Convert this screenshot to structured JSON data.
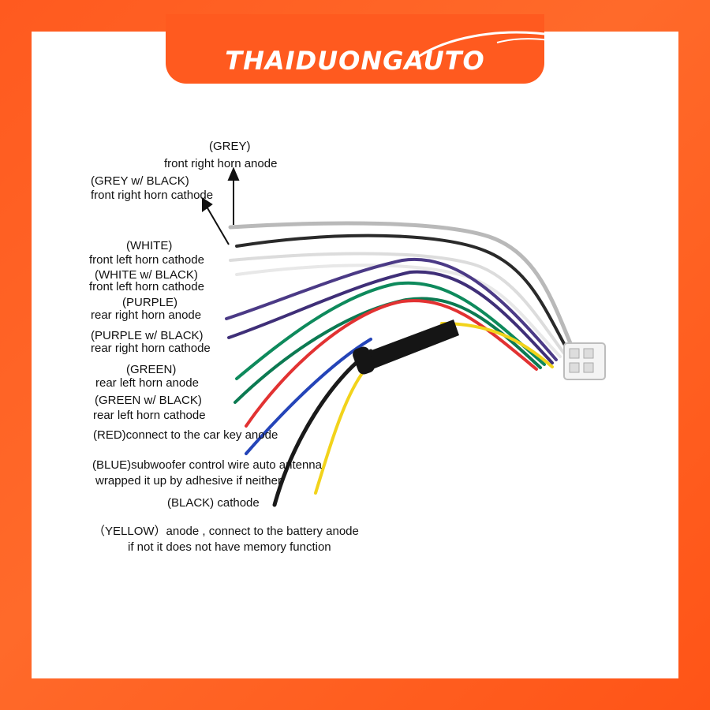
{
  "brand": {
    "name": "THAIDUONGAUTO",
    "colors": {
      "background": "#ff5a1f",
      "card": "#ffffff",
      "brand_text": "#ffffff"
    },
    "icon": "car-outline-icon"
  },
  "diagram": {
    "labels": [
      {
        "id": "grey",
        "lines": [
          "(GREY)",
          "front right horn anode"
        ]
      },
      {
        "id": "grey-black",
        "lines": [
          "(GREY w/ BLACK)",
          "front right horn cathode"
        ]
      },
      {
        "id": "white",
        "lines": [
          "(WHITE)",
          "front left horn cathode"
        ]
      },
      {
        "id": "white-black",
        "lines": [
          "(WHITE w/ BLACK)",
          "front left horn cathode"
        ]
      },
      {
        "id": "purple",
        "lines": [
          "(PURPLE)",
          "rear right horn anode"
        ]
      },
      {
        "id": "purple-black",
        "lines": [
          "(PURPLE w/ BLACK)",
          "rear right horn cathode"
        ]
      },
      {
        "id": "green",
        "lines": [
          "(GREEN)",
          "rear left horn anode"
        ]
      },
      {
        "id": "green-black",
        "lines": [
          "(GREEN w/ BLACK)",
          "rear left horn cathode"
        ]
      },
      {
        "id": "red",
        "lines": [
          "(RED)connect to the car key anode"
        ]
      },
      {
        "id": "blue",
        "lines": [
          "(BLUE)subwoofer control wire auto antenna",
          "wrapped it up by adhesive if neither"
        ]
      },
      {
        "id": "black",
        "lines": [
          "(BLACK) cathode"
        ]
      },
      {
        "id": "yellow",
        "lines": [
          "（YELLOW）anode , connect to the battery anode",
          "if not it does not have memory function"
        ]
      }
    ],
    "wire_colors": {
      "grey": "#b9b9b9",
      "grey_black": "#9a9a9a",
      "white": "#e6e6e6",
      "purple": "#4b3a86",
      "green": "#0e8a5c",
      "red": "#e23232",
      "blue": "#2444b8",
      "black": "#1a1a1a",
      "yellow": "#f2d31b",
      "sleeve": "#151515",
      "connector": "#f4f4f4"
    }
  }
}
